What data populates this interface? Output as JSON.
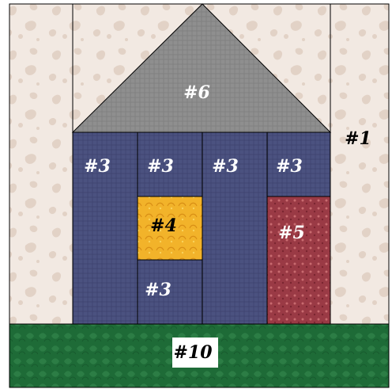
{
  "labels": {
    "background": "#1",
    "column_1": "#3",
    "column_2_top": "#3",
    "column_2_bottom": "#3",
    "column_3": "#3",
    "column_4": "#3",
    "window": "#4",
    "door": "#5",
    "roof": "#6",
    "grass": "#10"
  },
  "colors": {
    "background_fabric": "#f2e9e2",
    "background_motif": "#e2d2c6",
    "wall_fabric": "#4b5280",
    "roof_fabric": "#8f8f8f",
    "window_fabric": "#f2b32a",
    "door_fabric": "#9a3a45",
    "grass_fabric": "#1e6b37",
    "seam_lines": "#000000",
    "label_light": "#ffffff",
    "label_dark": "#000000"
  }
}
